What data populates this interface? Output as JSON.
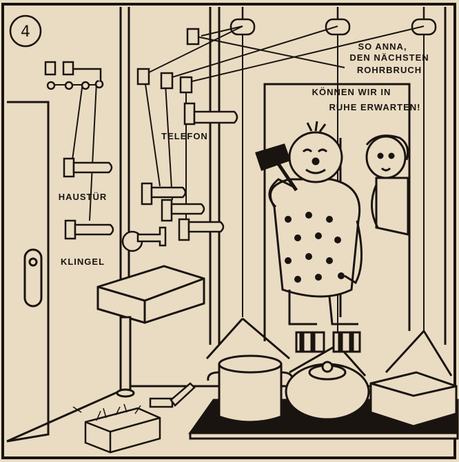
{
  "panel_number": "4",
  "speech": {
    "line1": "SO ANNA,",
    "line2": "DEN NÄCHSTEN",
    "line3": "ROHRBRUCH",
    "line4": "KÖNNEN WIR IN",
    "line5": "RUHE ERWARTEN!"
  },
  "labels": {
    "telefon": "TELEFON",
    "haustuer": "HAUSTÜR",
    "klingel": "KLINGEL"
  },
  "colors": {
    "paper": "#e9dcc3",
    "ink": "#1a1410"
  }
}
